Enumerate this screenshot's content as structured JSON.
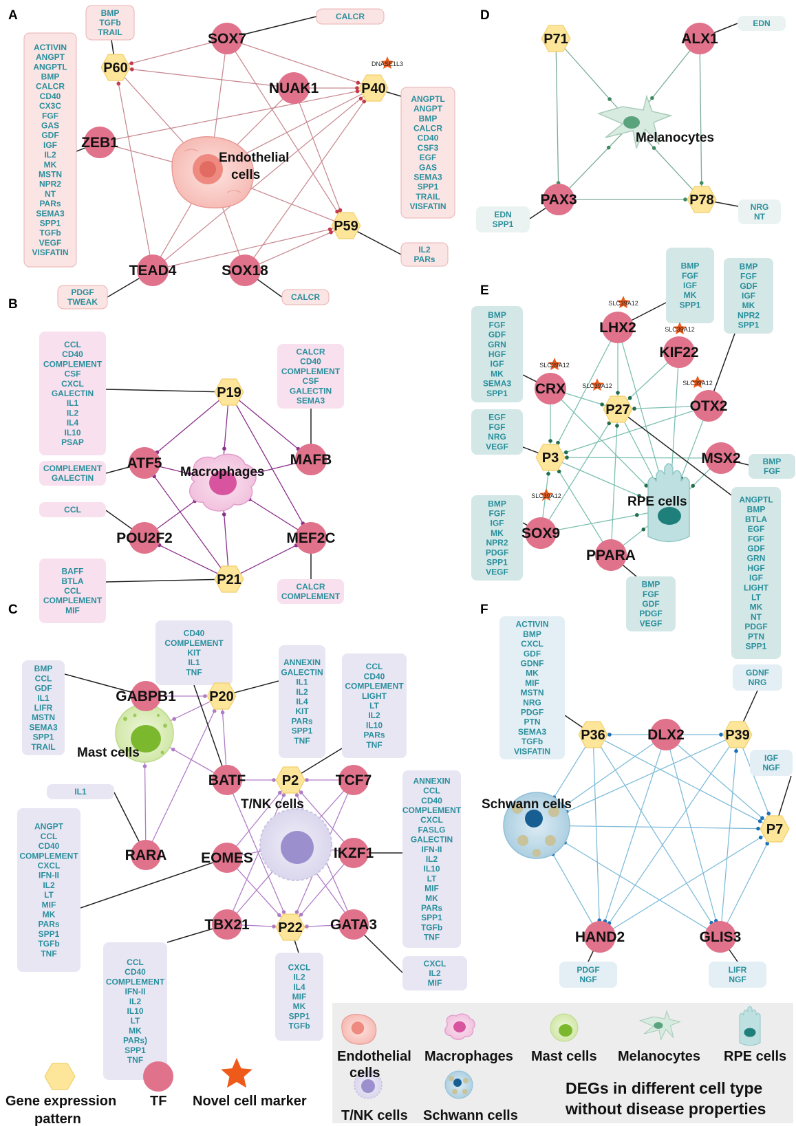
{
  "panels": [
    {
      "letter": "A",
      "cell_label": [
        "Endothelial",
        "cells"
      ],
      "tfs": [
        "SOX7",
        "NUAK1",
        "ZEB1",
        "TEAD4",
        "SOX18"
      ],
      "patterns": [
        "P60",
        "P40",
        "P59"
      ],
      "star_label": "DNASE1L3",
      "boxes": [
        {
          "id": "bmp",
          "lines": [
            "BMP",
            "TGFb",
            "TRAIL"
          ]
        },
        {
          "id": "calcr1",
          "lines": [
            "CALCR"
          ]
        },
        {
          "id": "big",
          "lines": [
            "ACTIVIN",
            "ANGPT",
            "ANGPTL",
            "BMP",
            "CALCR",
            "CD40",
            "CX3C",
            "FGF",
            "GAS",
            "GDF",
            "IGF",
            "IL2",
            "MK",
            "MSTN",
            "NPR2",
            "NT",
            "PARs",
            "SEMA3",
            "SPP1",
            "TGFb",
            "VEGF",
            "VISFATIN"
          ]
        },
        {
          "id": "p40box",
          "lines": [
            "ANGPTL",
            "ANGPT",
            "BMP",
            "CALCR",
            "CD40",
            "CSF3",
            "EGF",
            "GAS",
            "SEMA3",
            "SPP1",
            "TRAIL",
            "VISFATIN"
          ]
        },
        {
          "id": "il2",
          "lines": [
            "IL2",
            "PARs"
          ]
        },
        {
          "id": "pdgf",
          "lines": [
            "PDGF",
            "TWEAK"
          ]
        },
        {
          "id": "calcr2",
          "lines": [
            "CALCR"
          ]
        }
      ]
    },
    {
      "letter": "B",
      "cell_label": [
        "Macrophages"
      ],
      "tfs": [
        "ATF5",
        "MAFB",
        "POU2F2",
        "MEF2C"
      ],
      "patterns": [
        "P19",
        "P21"
      ],
      "boxes": [
        {
          "id": "p19box",
          "lines": [
            "CCL",
            "CD40",
            "COMPLEMENT",
            "CSF",
            "CXCL",
            "GALECTIN",
            "IL1",
            "IL2",
            "IL4",
            "IL10",
            "PSAP"
          ]
        },
        {
          "id": "mafb",
          "lines": [
            "CALCR",
            "CD40",
            "COMPLEMENT",
            "CSF",
            "GALECTIN",
            "SEMA3"
          ]
        },
        {
          "id": "atf5",
          "lines": [
            "COMPLEMENT",
            "GALECTIN"
          ]
        },
        {
          "id": "pou",
          "lines": [
            "CCL"
          ]
        },
        {
          "id": "p21box",
          "lines": [
            "BAFF",
            "BTLA",
            "CCL",
            "COMPLEMENT",
            "MIF"
          ]
        },
        {
          "id": "mef",
          "lines": [
            "CALCR",
            "COMPLEMENT"
          ]
        }
      ]
    },
    {
      "letter": "C",
      "cell_labels": [
        "Mast cells",
        "T/NK cells"
      ],
      "tfs": [
        "GABPB1",
        "BATF",
        "TCF7",
        "RARA",
        "EOMES",
        "IKZF1",
        "TBX21",
        "GATA3"
      ],
      "patterns": [
        "P20",
        "P2",
        "P22"
      ],
      "boxes": [
        {
          "id": "gabpb1",
          "lines": [
            "BMP",
            "CCL",
            "GDF",
            "IL1",
            "LIFR",
            "MSTN",
            "SEMA3",
            "SPP1",
            "TRAIL"
          ]
        },
        {
          "id": "batf",
          "lines": [
            "CD40",
            "COMPLEMENT",
            "KIT",
            "IL1",
            "TNF"
          ]
        },
        {
          "id": "p20box",
          "lines": [
            "ANNEXIN",
            "GALECTIN",
            "IL1",
            "IL2",
            "IL4",
            "KIT",
            "PARs",
            "SPP1",
            "TNF"
          ]
        },
        {
          "id": "p2box",
          "lines": [
            "CCL",
            "CD40",
            "COMPLEMENT",
            "LIGHT",
            "LT",
            "IL2",
            "IL10",
            "PARs",
            "TNF"
          ]
        },
        {
          "id": "rara",
          "lines": [
            "IL1"
          ]
        },
        {
          "id": "eomes",
          "lines": [
            "ANGPT",
            "CCL",
            "CD40",
            "COMPLEMENT",
            "CXCL",
            "IFN-II",
            "IL2",
            "LT",
            "MIF",
            "MK",
            "PARs",
            "SPP1",
            "TGFb",
            "TNF"
          ]
        },
        {
          "id": "ikzf1",
          "lines": [
            "ANNEXIN",
            "CCL",
            "CD40",
            "COMPLEMENT",
            "CXCL",
            "FASLG",
            "GALECTIN",
            "IFN-II",
            "IL2",
            "IL10",
            "LT",
            "MIF",
            "MK",
            "PARs",
            "SPP1",
            "TGFb",
            "TNF"
          ]
        },
        {
          "id": "tbx21",
          "lines": [
            "CCL",
            "CD40",
            "COMPLEMENT",
            "IFN-II",
            "IL2",
            "IL10",
            "LT",
            "MK",
            "PARs)",
            "SPP1",
            "TNF"
          ]
        },
        {
          "id": "p22box",
          "lines": [
            "CXCL",
            "IL2",
            "IL4",
            "MIF",
            "MK",
            "SPP1",
            "TGFb"
          ]
        },
        {
          "id": "gata3",
          "lines": [
            "CXCL",
            "IL2",
            "MIF"
          ]
        }
      ]
    },
    {
      "letter": "D",
      "cell_label": [
        "Melanocytes"
      ],
      "tfs": [
        "ALX1",
        "PAX3"
      ],
      "patterns": [
        "P71",
        "P78"
      ],
      "boxes": [
        {
          "id": "alx1",
          "lines": [
            "EDN"
          ]
        },
        {
          "id": "pax3",
          "lines": [
            "EDN",
            "SPP1"
          ]
        },
        {
          "id": "p78",
          "lines": [
            "NRG",
            "NT"
          ]
        }
      ]
    },
    {
      "letter": "E",
      "cell_label": [
        "RPE cells"
      ],
      "tfs": [
        "LHX2",
        "KIF22",
        "CRX",
        "OTX2",
        "MSX2",
        "SOX9",
        "PPARA"
      ],
      "patterns": [
        "P27",
        "P3"
      ],
      "star_label": "SLC39A12",
      "boxes": [
        {
          "id": "lhx2",
          "lines": [
            "BMP",
            "FGF",
            "IGF",
            "MK",
            "SPP1"
          ]
        },
        {
          "id": "otx2",
          "lines": [
            "BMP",
            "FGF",
            "GDF",
            "IGF",
            "MK",
            "NPR2",
            "SPP1"
          ]
        },
        {
          "id": "crx",
          "lines": [
            "BMP",
            "FGF",
            "GDF",
            "GRN",
            "HGF",
            "IGF",
            "MK",
            "SEMA3",
            "SPP1"
          ]
        },
        {
          "id": "p3",
          "lines": [
            "EGF",
            "FGF",
            "NRG",
            "VEGF"
          ]
        },
        {
          "id": "msx2",
          "lines": [
            "BMP",
            "FGF"
          ]
        },
        {
          "id": "p27",
          "lines": [
            "ANGPTL",
            "BMP",
            "BTLA",
            "EGF",
            "FGF",
            "GDF",
            "GRN",
            "HGF",
            "IGF",
            "LIGHT",
            "LT",
            "MK",
            "NT",
            "PDGF",
            "PTN",
            "SPP1"
          ]
        },
        {
          "id": "sox9",
          "lines": [
            "BMP",
            "FGF",
            "IGF",
            "MK",
            "NPR2",
            "PDGF",
            "SPP1",
            "VEGF"
          ]
        },
        {
          "id": "ppara",
          "lines": [
            "BMP",
            "FGF",
            "GDF",
            "PDGF",
            "VEGF"
          ]
        }
      ]
    },
    {
      "letter": "F",
      "cell_label": [
        "Schwann cells"
      ],
      "tfs": [
        "DLX2",
        "HAND2",
        "GLIS3"
      ],
      "patterns": [
        "P36",
        "P39",
        "P7"
      ],
      "boxes": [
        {
          "id": "p36",
          "lines": [
            "ACTIVIN",
            "BMP",
            "CXCL",
            "GDF",
            "GDNF",
            "MK",
            "MIF",
            "MSTN",
            "NRG",
            "PDGF",
            "PTN",
            "SEMA3",
            "TGFb",
            "VISFATIN"
          ]
        },
        {
          "id": "p39",
          "lines": [
            "GDNF",
            "NRG"
          ]
        },
        {
          "id": "p7",
          "lines": [
            "IGF",
            "NGF"
          ]
        },
        {
          "id": "hand2",
          "lines": [
            "PDGF",
            "NGF"
          ]
        },
        {
          "id": "glis3",
          "lines": [
            "LIFR",
            "NGF"
          ]
        }
      ]
    }
  ],
  "legend": {
    "pattern": [
      "Gene expression",
      "pattern"
    ],
    "tf": "TF",
    "marker": "Novel cell marker",
    "cells": [
      [
        "Endothelial",
        "cells"
      ],
      [
        "Macrophages"
      ],
      [
        "Mast cells"
      ],
      [
        "Melanocytes"
      ],
      [
        "RPE cells"
      ],
      [
        "T/NK cells"
      ],
      [
        "Schwann cells"
      ]
    ],
    "title": [
      "DEGs in different cell type",
      "without disease properties"
    ]
  },
  "colors": {
    "tf": "#e0728b",
    "pattern": "#fde59a",
    "star": "#ee5a1a",
    "gene_text": "#2a8f9c",
    "panel_a_box": "#fbe4e4",
    "panel_a_line": "#c98b93",
    "panel_b_box": "#f8e0ee",
    "panel_b_line": "#8a2f8a",
    "panel_c_box": "#e9e6f4",
    "panel_c_line": "#b07cc6",
    "panel_d_box": "#eaf3f2",
    "panel_d_line": "#7aaa95",
    "panel_e_box": "#d2e7e6",
    "panel_e_line": "#7cbfb0",
    "panel_f_box": "#e3eff5",
    "panel_f_line": "#7fbcd9",
    "legend_bg": "#ededed"
  }
}
